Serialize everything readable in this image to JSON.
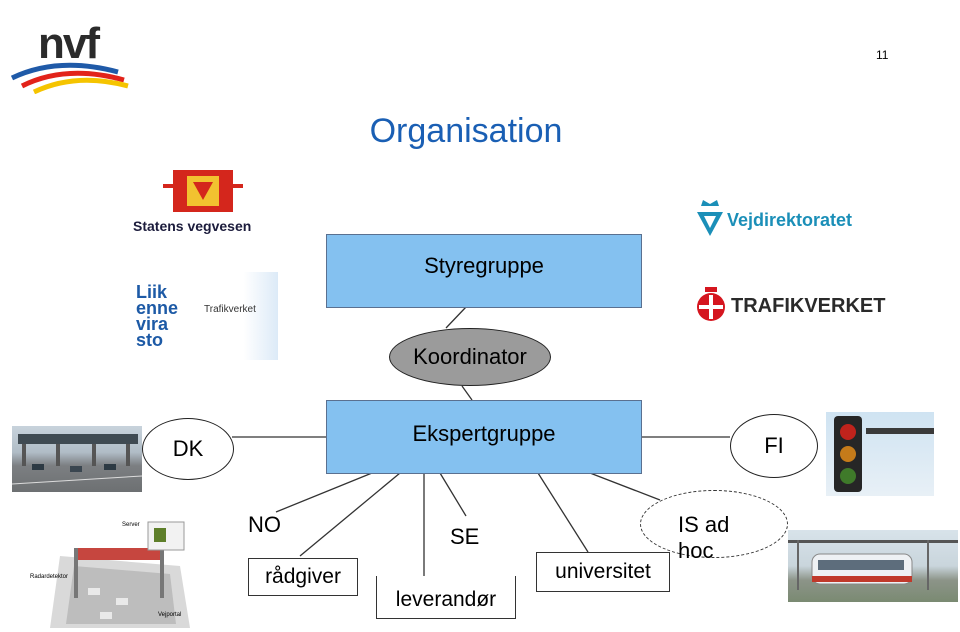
{
  "logos": {
    "nvf": "nvf",
    "statens_vegvesen": "Statens vegvesen",
    "liikennevirasto": [
      "Liik",
      "enne",
      "vira",
      "sto"
    ],
    "trafikverket_small": "Trafikverket",
    "vejdirektoratet": "Vejdirektoratet",
    "trafikverket": "TRAFIKVERKET"
  },
  "page_number": "11",
  "title": "Organisation",
  "nodes": {
    "styregruppe": "Styregruppe",
    "koordinator": "Koordinator",
    "ekspertgruppe": "Ekspertgruppe",
    "dk": "DK",
    "fi": "FI",
    "no": "NO",
    "se": "SE",
    "is_ad_hoc": "IS ad hoc",
    "radgiver": "rådgiver",
    "leverandor": "leverandør",
    "universitet": "universitet"
  },
  "illustration": {
    "server": "Server",
    "radardetektor": "Radardetektor",
    "vejportal": "Vejportal"
  },
  "colors": {
    "title": "#1a5fb4",
    "box_fill": "#84c1f0",
    "koordinator_fill": "#9b9b9b"
  }
}
